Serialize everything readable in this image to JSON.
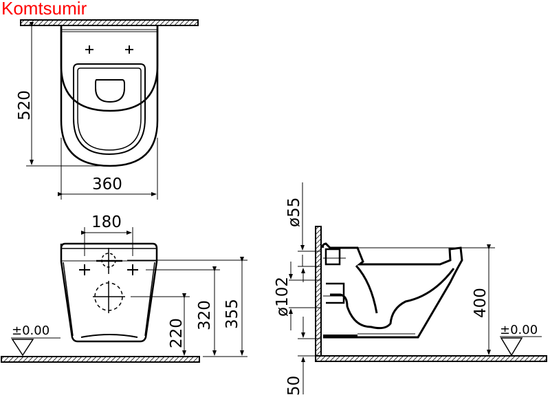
{
  "watermark": {
    "text": "Komtsumir",
    "color": "#ff0000"
  },
  "drawing": {
    "subject": "wall-hung toilet dimension drawing",
    "views": {
      "top_view": {
        "dimensions": {
          "depth": "520",
          "width": "360"
        }
      },
      "front_view": {
        "dimensions": {
          "fixing_spacing": "180",
          "outlet_center_height": "220",
          "fixing_height": "320",
          "inlet_height": "355"
        },
        "floor_level": "±0.00"
      },
      "side_view": {
        "dimensions": {
          "inlet_diameter": "ø55",
          "outlet_diameter": "ø102",
          "rim_height": "400",
          "wall_offset": "50"
        },
        "floor_level": "±0.00"
      }
    }
  },
  "colors": {
    "line": "#000000",
    "background": "#ffffff",
    "hatch": "#555555"
  }
}
